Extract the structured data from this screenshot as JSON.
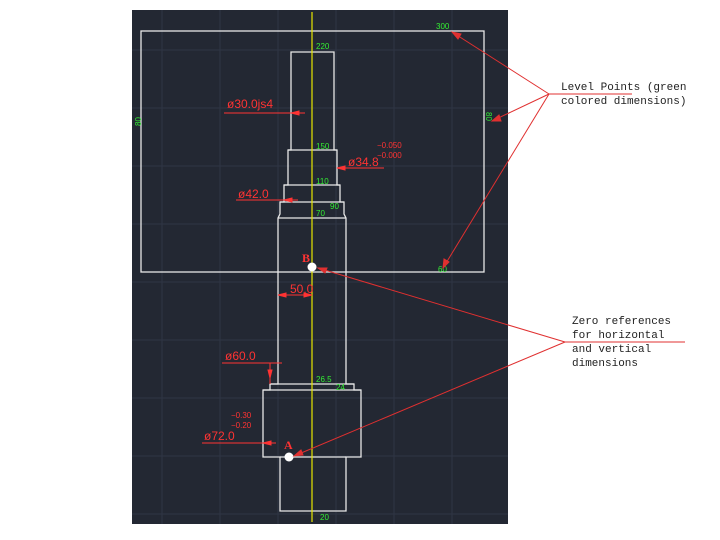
{
  "annotations": {
    "level_points": [
      "Level Points (green",
      "colored dimensions)"
    ],
    "zero_references": [
      "Zero references",
      "for horizontal",
      "and vertical",
      "dimensions"
    ]
  },
  "green_dims": {
    "d300": "300",
    "d220": "220",
    "d150": "150",
    "d110": "110",
    "d90": "90",
    "d70": "70",
    "d80_left": "80",
    "d80_right": "80",
    "d60": "60",
    "d26_5": "26.5",
    "d24": "24",
    "d20": "20"
  },
  "red_dims": {
    "dia30": "ø30.0js4",
    "tol_upper": "−0.050",
    "tol_lower": "−0.000",
    "dia34": "ø34.8",
    "dia42": "ø42.0",
    "len50": "50.0",
    "dia60": "ø60.0",
    "tol2_upper": "−0.30",
    "tol2_lower": "−0.20",
    "dia72": "ø72.0"
  },
  "references": {
    "point_b": "B",
    "point_a": "A"
  },
  "colors": {
    "canvas": "#232833",
    "grid": "#2f3644",
    "outline": "#e8e8e8",
    "centerline": "#e6e600",
    "green_dim": "#33ee33",
    "red_dim": "#ff3333",
    "leader": "#e03030"
  }
}
